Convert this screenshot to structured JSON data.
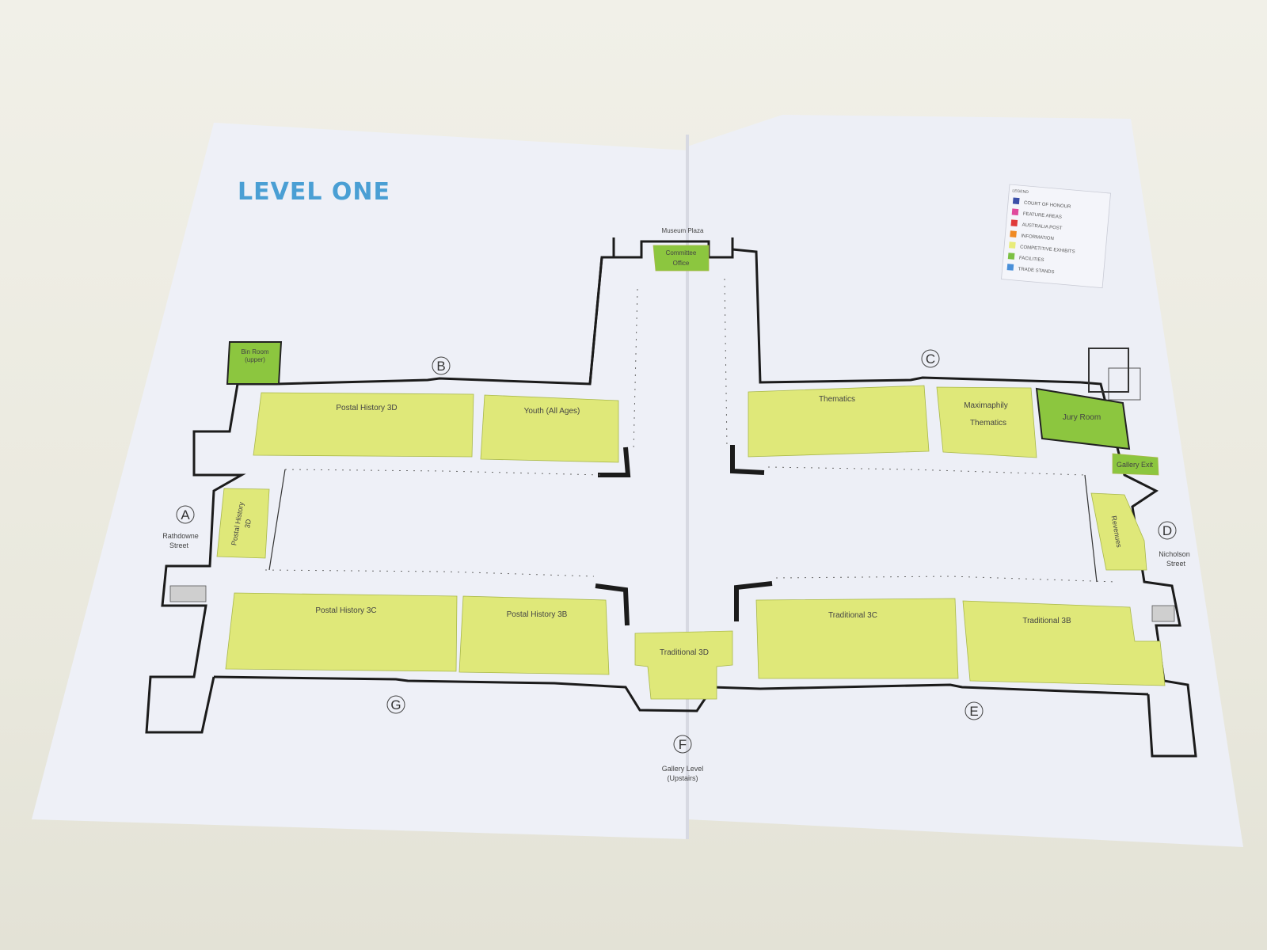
{
  "title": "LEVEL ONE",
  "colors": {
    "competitive": "#dfe879",
    "facility": "#8cc63f",
    "title": "#4a9fd4"
  },
  "legend": {
    "heading": "LEGEND",
    "items": [
      {
        "label": "COURT OF HONOUR",
        "color": "#3b4fa8"
      },
      {
        "label": "FEATURE AREAS",
        "color": "#e04a9c"
      },
      {
        "label": "AUSTRALIA POST",
        "color": "#e03a3a"
      },
      {
        "label": "INFORMATION",
        "color": "#f08a24"
      },
      {
        "label": "COMPETITIVE EXHIBITS",
        "color": "#e8ec7a"
      },
      {
        "label": "FACILITIES",
        "color": "#7cc043"
      },
      {
        "label": "TRADE STANDS",
        "color": "#4a90d9"
      }
    ]
  },
  "rooms": {
    "bin_room_1": "Bin Room",
    "bin_room_2": "(upper)",
    "postal_history_3d_top": "Postal History 3D",
    "youth": "Youth (All Ages)",
    "thematics": "Thematics",
    "maximaphily_1": "Maximaphily",
    "maximaphily_2": "Thematics",
    "jury_room": "Jury Room",
    "gallery_exit": "Gallery Exit",
    "postal_history_3d_side_1": "Postal History",
    "postal_history_3d_side_2": "3D",
    "revenues": "Revenues",
    "postal_history_3c": "Postal History 3C",
    "postal_history_3b": "Postal History 3B",
    "traditional_3d": "Traditional 3D",
    "traditional_3c": "Traditional 3C",
    "traditional_3b": "Traditional 3B",
    "committee_1": "Committee",
    "committee_2": "Office"
  },
  "entrances": {
    "a": "A",
    "b": "B",
    "c": "C",
    "d": "D",
    "e": "E",
    "f": "F",
    "g": "G"
  },
  "streets": {
    "rathdowne_1": "Rathdowne",
    "rathdowne_2": "Street",
    "nicholson_1": "Nicholson",
    "nicholson_2": "Street",
    "museum_plaza": "Museum Plaza",
    "gallery_1": "Gallery Level",
    "gallery_2": "(Upstairs)"
  }
}
